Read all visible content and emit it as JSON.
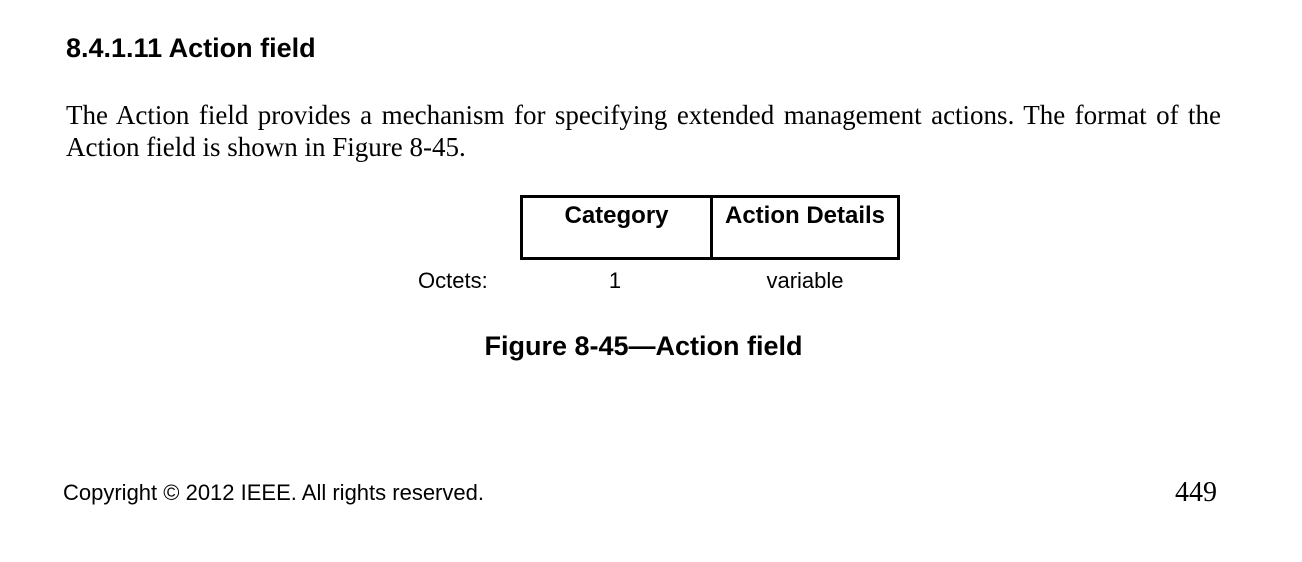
{
  "page": {
    "heading": "8.4.1.11 Action field",
    "body_lines": {
      "line1": "The Action field provides a mechanism for specifying extended management actions. The format of the",
      "line2": "Action field is shown in Figure 8-45."
    },
    "figure": {
      "octets_label": "Octets:",
      "cells": [
        {
          "label": "Category",
          "octets": "1"
        },
        {
          "label": "Action Details",
          "octets": "variable"
        }
      ],
      "caption": "Figure 8-45—Action field"
    },
    "footer": {
      "copyright": "Copyright © 2012 IEEE. All rights reserved.",
      "page_number": "449"
    }
  }
}
